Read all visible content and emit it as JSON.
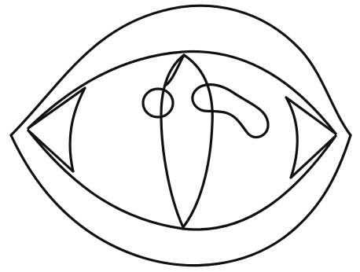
{
  "figure": {
    "type": "line-drawing",
    "colors": {
      "ink": "#111111",
      "background": "#ffffff"
    },
    "parts": [
      {
        "name": "outer-upper-contour"
      },
      {
        "name": "outer-lower-contour"
      },
      {
        "name": "inner-upper-contour"
      },
      {
        "name": "inner-lower-contour"
      },
      {
        "name": "left-curved-band"
      },
      {
        "name": "right-curved-band"
      },
      {
        "name": "central-split-lens"
      },
      {
        "name": "round-knob"
      },
      {
        "name": "hooked-knob"
      }
    ]
  }
}
